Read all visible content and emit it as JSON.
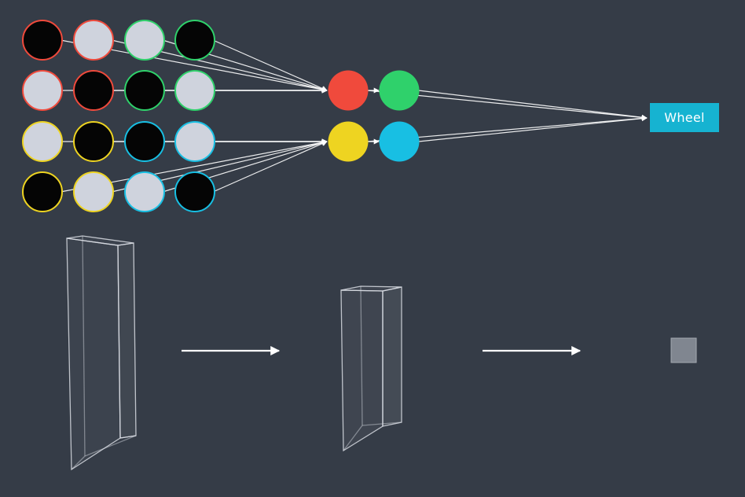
{
  "colors": {
    "background": "#353c47",
    "fill_dark": "#050505",
    "fill_light": "#cfd3dd",
    "red": "#f04a3c",
    "green": "#2fd16b",
    "yellow": "#eed421",
    "blue": "#18bfe3",
    "output_box": "#16b3d1",
    "arrow": "#ffffff",
    "box_edge": "#d7dbe2"
  },
  "input_grid": {
    "rows": [
      [
        {
          "fill": "dark",
          "ring": "red"
        },
        {
          "fill": "light",
          "ring": "red"
        },
        {
          "fill": "light",
          "ring": "green"
        },
        {
          "fill": "dark",
          "ring": "green"
        }
      ],
      [
        {
          "fill": "light",
          "ring": "red"
        },
        {
          "fill": "dark",
          "ring": "red"
        },
        {
          "fill": "dark",
          "ring": "green"
        },
        {
          "fill": "light",
          "ring": "green"
        }
      ],
      [
        {
          "fill": "light",
          "ring": "yellow"
        },
        {
          "fill": "dark",
          "ring": "yellow"
        },
        {
          "fill": "dark",
          "ring": "blue"
        },
        {
          "fill": "light",
          "ring": "blue"
        }
      ],
      [
        {
          "fill": "dark",
          "ring": "yellow"
        },
        {
          "fill": "light",
          "ring": "yellow"
        },
        {
          "fill": "light",
          "ring": "blue"
        },
        {
          "fill": "dark",
          "ring": "blue"
        }
      ]
    ]
  },
  "feature_nodes": [
    {
      "color": "red",
      "icon": "red-feature-node"
    },
    {
      "color": "green",
      "icon": "green-feature-node"
    },
    {
      "color": "yellow",
      "icon": "yellow-feature-node"
    },
    {
      "color": "blue",
      "icon": "blue-feature-node"
    }
  ],
  "output": {
    "label": "Wheel"
  },
  "volumes": [
    {
      "icon": "input-volume-block"
    },
    {
      "icon": "hidden-volume-block"
    },
    {
      "icon": "output-volume-cube"
    }
  ]
}
